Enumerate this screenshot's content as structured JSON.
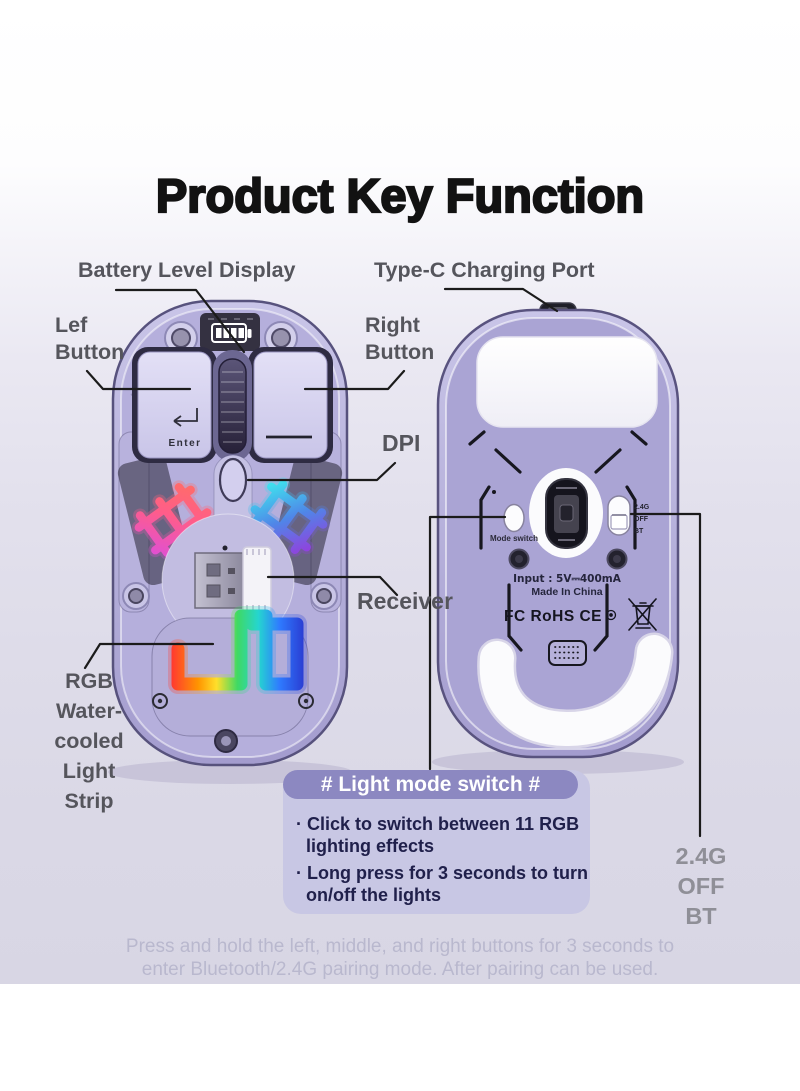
{
  "title": "Product Key Function",
  "callouts": {
    "battery": "Battery Level Display",
    "type_c": "Type-C Charging Port",
    "left_button": [
      "Lef",
      "Button"
    ],
    "right_button": [
      "Right",
      "Button"
    ],
    "dpi": "DPI",
    "receiver": "Receiver",
    "rgb_strip": [
      "RGB",
      "Water-",
      "cooled",
      "Light",
      "Strip"
    ],
    "wireless_modes": [
      "2.4G",
      "OFF",
      "BT"
    ]
  },
  "top_mouse": {
    "left_button_marking": "Enter"
  },
  "bottom_mouse": {
    "mode_switch_label": "Mode switch",
    "slider_labels": [
      "2.4G",
      "OFF",
      "BT"
    ],
    "input_rating": "Input : 5V⎓400mA",
    "origin": "Made In China",
    "certifications": "FC RoHS CE"
  },
  "light_mode_panel": {
    "header": "# Light mode switch #",
    "bullets": [
      [
        "· Click to switch between 11 RGB",
        "  lighting effects"
      ],
      [
        "· Long press for 3 seconds to turn",
        "  on/off the lights"
      ]
    ]
  },
  "footer_note": [
    "Press and hold the left, middle, and right buttons for 3 seconds to",
    "enter Bluetooth/2.4G pairing mode. After pairing can be used."
  ],
  "colors": {
    "accent_purple": "#8c88c1",
    "panel_bg": "#c8c7e4",
    "shell_purple": "#aba5d3",
    "title_color": "#121212"
  }
}
